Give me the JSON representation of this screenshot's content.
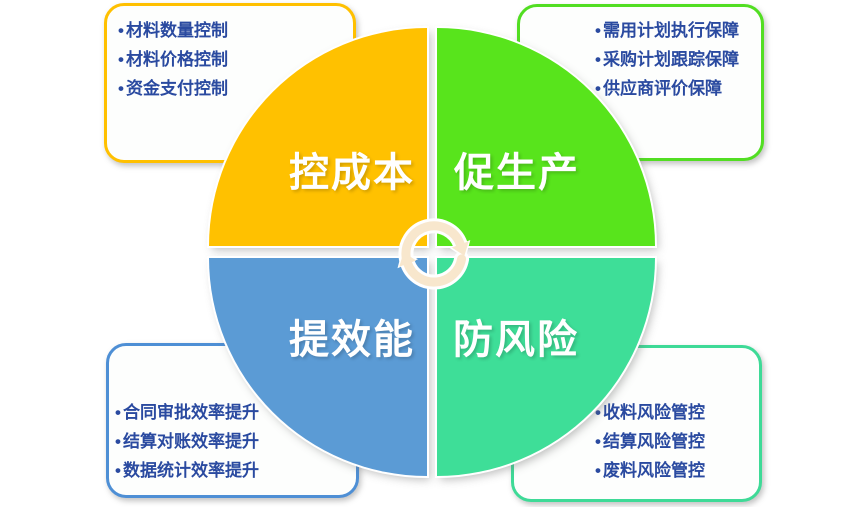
{
  "ui": {
    "bullet": "•"
  },
  "colors": {
    "background": "#ffffff",
    "bullet_text": "#2a4aa0",
    "quadrant_cost": "#ffc100",
    "quadrant_production": "#58e41c",
    "quadrant_efficiency": "#5b9bd5",
    "quadrant_risk": "#3ede98",
    "box_border_cost": "#ffc000",
    "box_border_production": "#52de22",
    "box_border_efficiency": "#4e8fd5",
    "box_border_risk": "#3eda97",
    "cycle_icon": "#f8e7cd",
    "cycle_icon_outline": "#ffffff"
  },
  "quadrants": {
    "cost": {
      "label": "控成本"
    },
    "production": {
      "label": "促生产"
    },
    "efficiency": {
      "label": "提效能"
    },
    "risk": {
      "label": "防风险"
    }
  },
  "callouts": {
    "cost": {
      "items": [
        "材料数量控制",
        "材料价格控制",
        "资金支付控制"
      ]
    },
    "production": {
      "items": [
        "需用计划执行保障",
        "采购计划跟踪保障",
        "供应商评价保障"
      ]
    },
    "efficiency": {
      "items": [
        "合同审批效率提升",
        "结算对账效率提升",
        "数据统计效率提升"
      ]
    },
    "risk": {
      "items": [
        "收料风险管控",
        "结算风险管控",
        "废料风险管控"
      ]
    }
  }
}
